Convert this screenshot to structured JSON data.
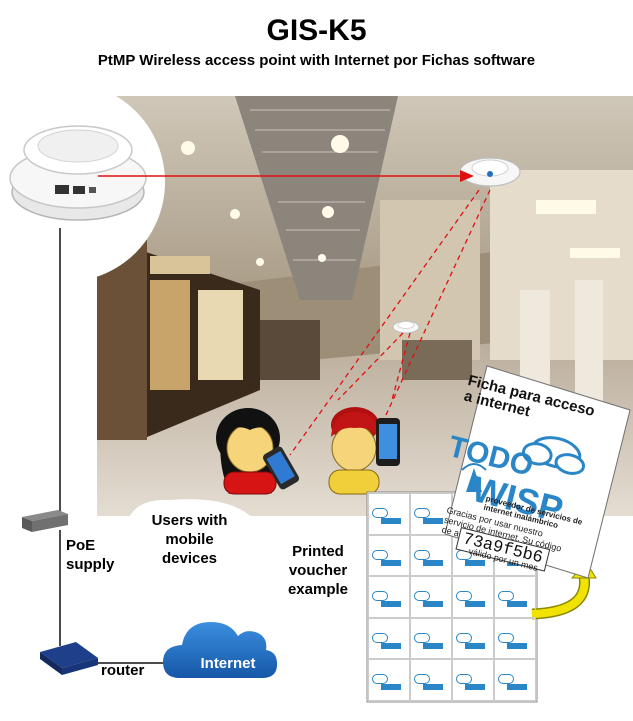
{
  "header": {
    "title": "GIS-K5",
    "subtitle": "PtMP Wireless access point with Internet por Fichas software"
  },
  "labels": {
    "users_line1": "Users with",
    "users_line2": "mobile",
    "users_line3": "devices",
    "poe_line1": "PoE",
    "poe_line2": "supply",
    "voucher_line1": "Printed",
    "voucher_line2": "voucher",
    "voucher_line3": "example",
    "router": "router",
    "internet": "Internet"
  },
  "voucher": {
    "title": "Ficha para acceso a internet",
    "brand_top": "TODO",
    "brand_bottom": "WISP",
    "provider": "proveedor de servicios de internet inalámbrico",
    "body": "Gracias por usar nuestro servicio de internet. Su código de acceso es",
    "code": "73a9f5b6",
    "validity": "válido por un mes"
  },
  "colors": {
    "link_arrow": "#e01010",
    "wire": "#111111",
    "cloud": "#1f6fc2",
    "brand": "#2a86c6",
    "curved_arrow": "#f2e200"
  }
}
